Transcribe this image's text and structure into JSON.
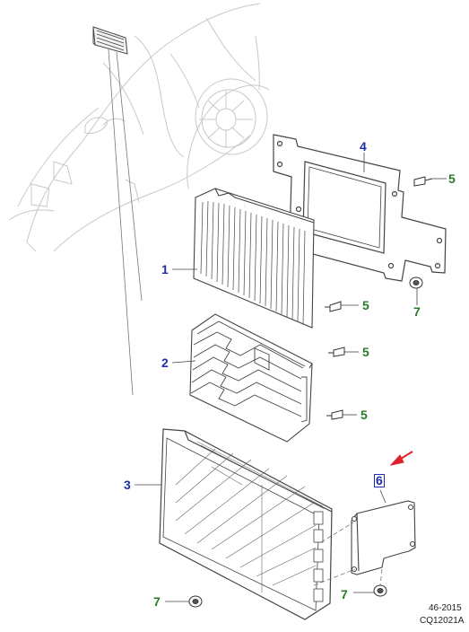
{
  "callouts": {
    "c1": "1",
    "c2": "2",
    "c3": "3",
    "c4": "4",
    "c5a": "5",
    "c5b": "5",
    "c5c": "5",
    "c5d": "5",
    "c6": "6",
    "c7a": "7",
    "c7b": "7",
    "c7c": "7"
  },
  "footer": {
    "date_code": "46-2015",
    "figure_id": "CQ12021A"
  },
  "colors": {
    "callout_blue": "#1f2fa8",
    "callout_green": "#2a7a2a",
    "indicator_arrow": "#e0202a",
    "line_art": "#555555"
  }
}
